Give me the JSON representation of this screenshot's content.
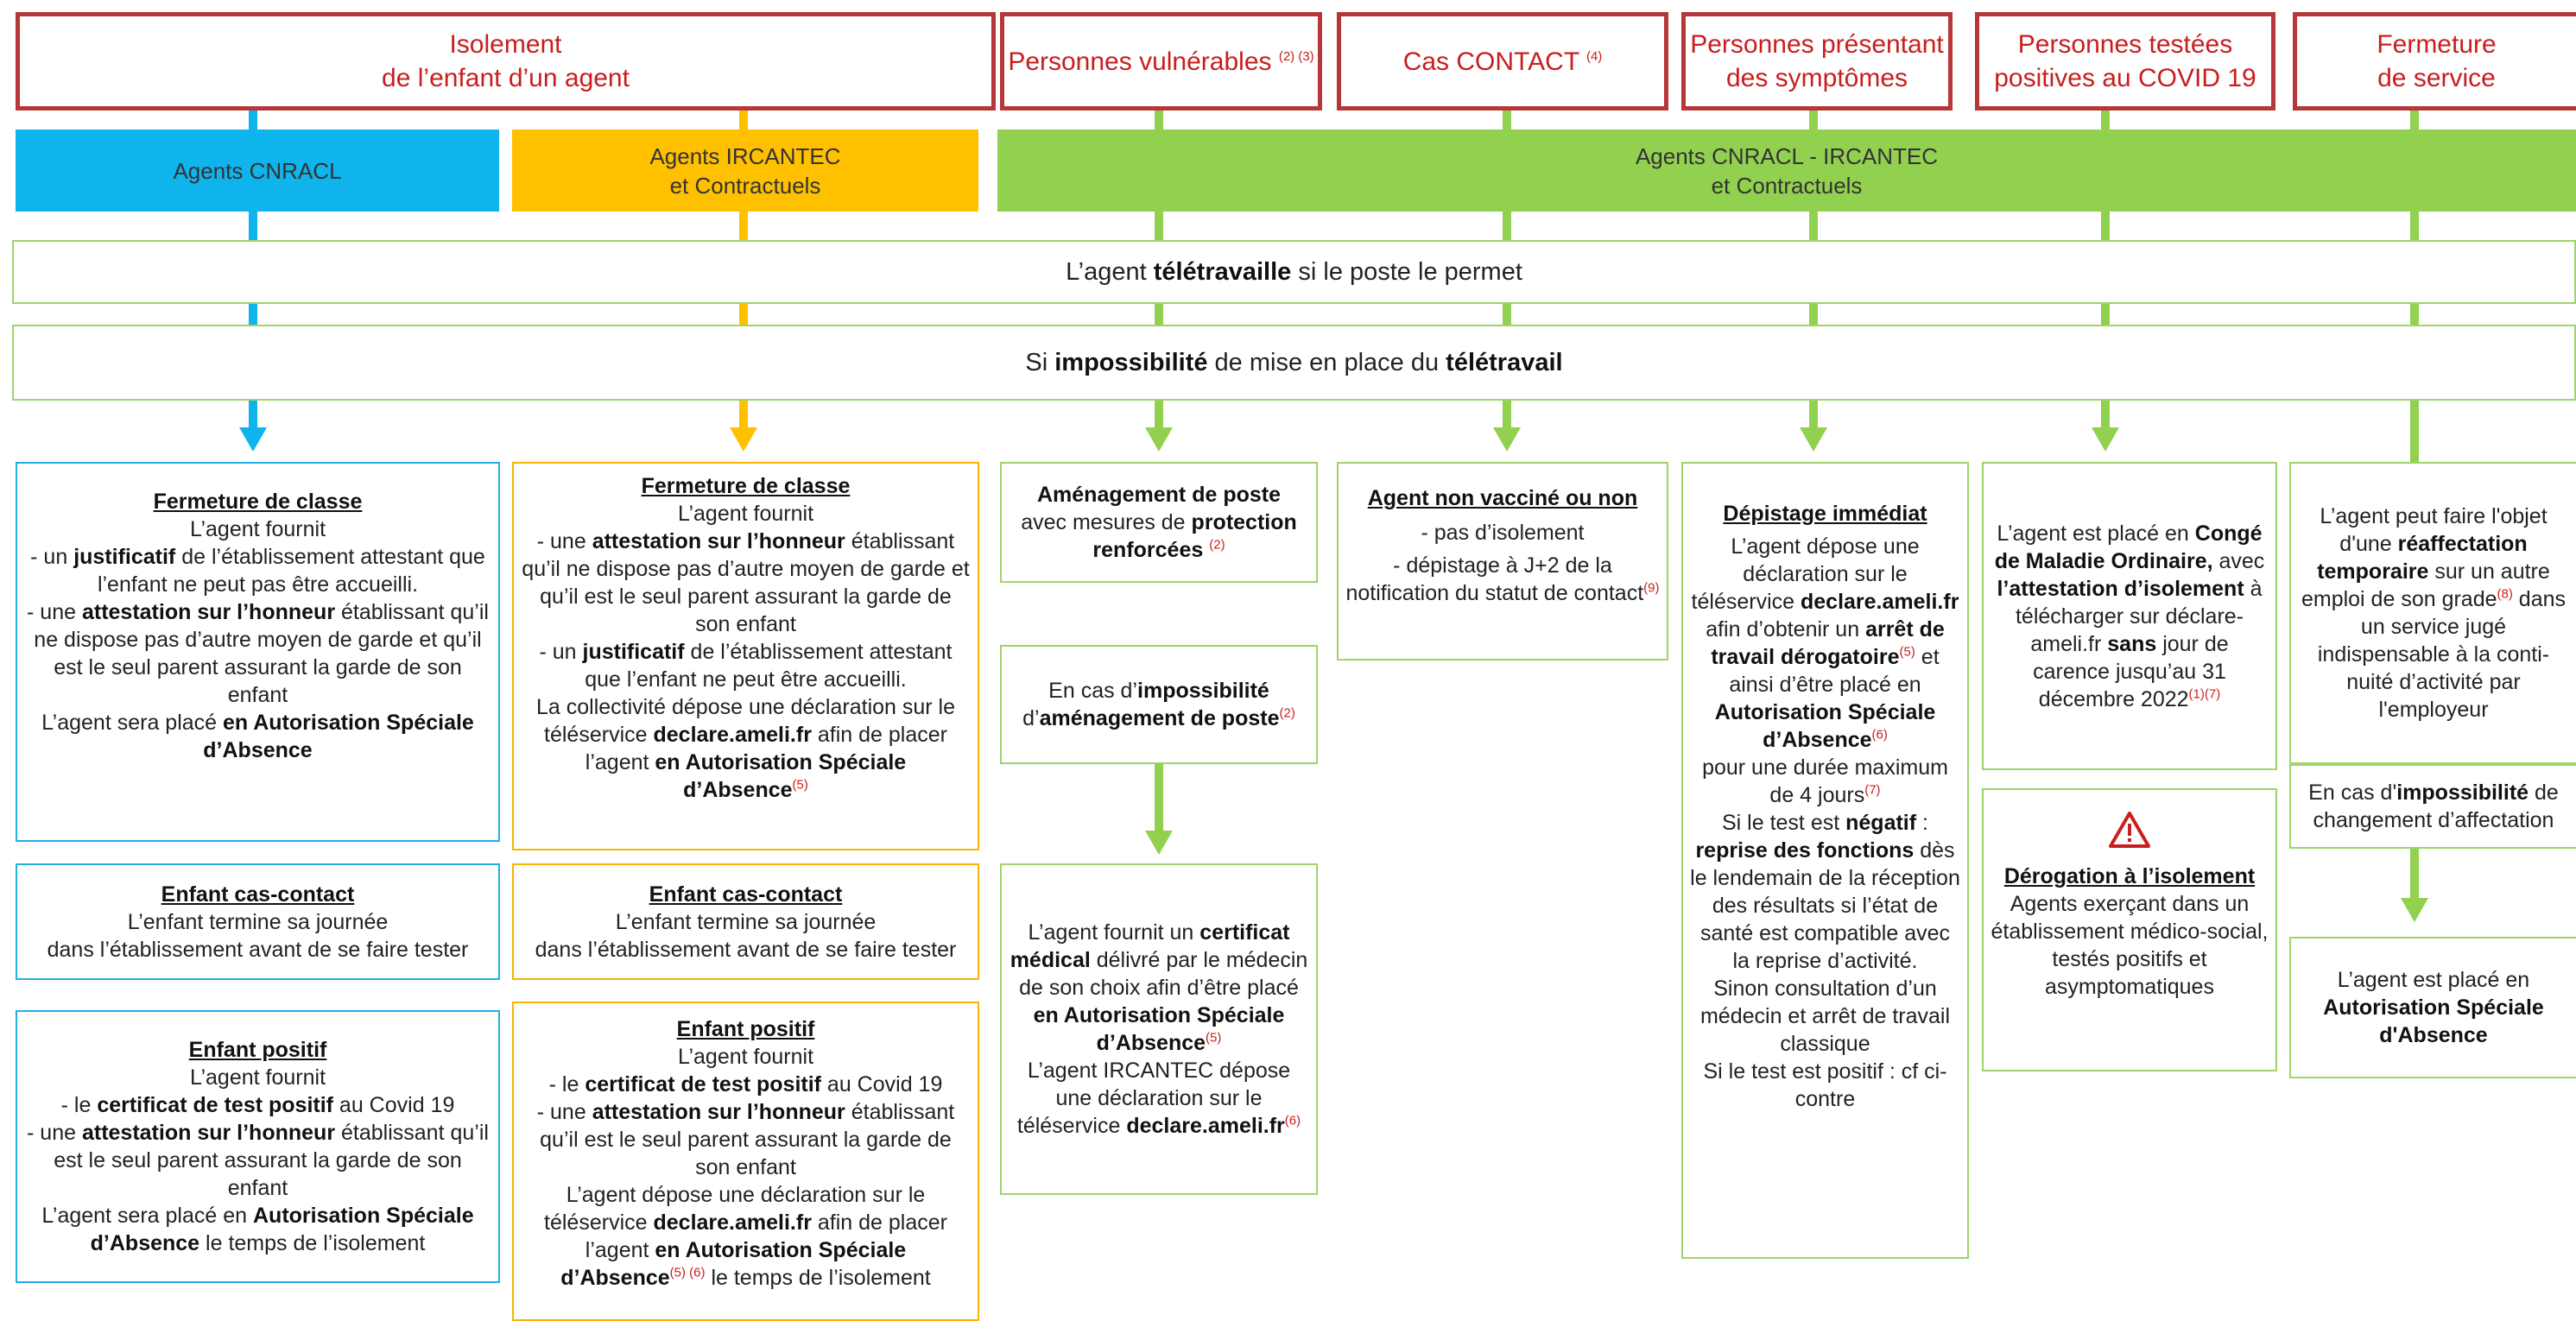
{
  "colors": {
    "blue": "#0fb4ec",
    "yellow": "#ffc000",
    "green": "#92d050",
    "red": "#c81e1e",
    "border_red": "#b5373a"
  },
  "headers": {
    "isolement_l1": "Isolement",
    "isolement_l2": "de l’enfant d’un agent",
    "vulnerables": "Personnes vulnérables",
    "vulnerables_sup": "(2) (3)",
    "contact_a": "Cas ",
    "contact_b": "CONTACT",
    "contact_sup": "(4)",
    "symptomes_a": "Personnes",
    "symptomes_b": " présentant",
    "symptomes_c": "des ",
    "symptomes_d": "symptômes",
    "positives_a": "Personnes testées",
    "positives_b": "positives",
    "positives_c": " au COVID 19",
    "fermeture_a": "Fermeture",
    "fermeture_b": "de service"
  },
  "bands": {
    "cnracl": "Agents CNRACL",
    "ircantec_l1": "Agents IRCANTEC",
    "ircantec_l2": "et Contractuels",
    "all_l1": "Agents CNRACL - IRCANTEC",
    "all_l2": "et Contractuels"
  },
  "teletravail": {
    "a": "L’agent ",
    "b": "télétravaille",
    "c": " si le poste le permet"
  },
  "impossible": {
    "a": "Si ",
    "b": "impossibilité",
    "c": " de mise en place du ",
    "d": "télétravail"
  },
  "col1": {
    "fermeture": {
      "title": "Fermeture de classe",
      "l1": "L’agent fournit",
      "l2a": "- un ",
      "l2b": "justificatif",
      "l2c": " de l’établissement attestant que l’enfant ne peut pas être accueilli.",
      "l3a": "- une ",
      "l3b": "attestation sur l’honneur",
      "l3c": " établissant qu’il ne dispose pas d’autre moyen de garde et qu’il est le seul parent assurant la garde de son enfant",
      "l4a": "L’agent sera placé ",
      "l4b": "en Autorisation Spéciale d’Absence"
    },
    "contact": {
      "title": "Enfant cas-contact",
      "l1": "L’enfant termine sa journée",
      "l2": "dans l’établissement avant de se faire tester"
    },
    "positif": {
      "title": "Enfant positif",
      "l1": "L’agent fournit",
      "l2a": "- le ",
      "l2b": "certificat de test positif",
      "l2c": "  au Covid 19",
      "l3a": "- une ",
      "l3b": "attestation sur l’honneur",
      "l3c": " établissant qu’il est le seul parent assurant la garde de son enfant",
      "l4a": "L’agent sera placé en ",
      "l4b": "Autorisation Spéciale d’Absence",
      "l4c": " le temps de l’isolement"
    }
  },
  "col2": {
    "fermeture": {
      "title": "Fermeture de classe",
      "l1": "L’agent fournit",
      "l2a": "- une ",
      "l2b": "attestation sur l’honneur",
      "l2c": " établissant qu’il ne dispose pas d’autre moyen de garde et qu’il est le seul parent assurant la garde de son enfant",
      "l3a": "- un ",
      "l3b": "justificatif",
      "l3c": " de l’établissement attestant que l’enfant ne peut être accueilli.",
      "l4a": "La collectivité dépose une déclaration sur le téléservice ",
      "l4b": "declare.ameli.fr",
      "l4c": " afin de placer l’agent ",
      "l4d": " en Autorisation Spéciale d’Absence",
      "sup": "(5)"
    },
    "contact": {
      "title": "Enfant cas-contact",
      "l1": "L’enfant termine sa journée",
      "l2": "dans l’établissement avant de se faire tester"
    },
    "positif": {
      "title": "Enfant positif",
      "l1": "L’agent fournit",
      "l2a": "- le ",
      "l2b": "certificat de test  positif",
      "l2c": "  au Covid 19",
      "l3a": "- une ",
      "l3b": "attestation sur l’honneur",
      "l3c": " établissant qu’il est le seul parent assurant la garde de son enfant",
      "l4a": "L’agent dépose une déclaration sur le téléservice ",
      "l4b": "declare.ameli.fr",
      "l4c": " afin de placer l’agent ",
      "l4d": " en Autorisation Spéciale d’Absence",
      "sup": "(5) (6)",
      "l4e": " le temps de l’isolement"
    }
  },
  "col3": {
    "amenagement": {
      "a": "Aménagement de poste",
      "b": "avec mesures de ",
      "c": "protection renforcées",
      "sup": "(2)"
    },
    "impossibilite": {
      "a": "En cas d’",
      "b": "impossibilité",
      "c": "d’",
      "d": "aménagement de poste",
      "sup": "(2)"
    },
    "certificat": {
      "a": "L’agent fournit un ",
      "b": "certificat médical",
      "c": " délivré par le médecin de son choix afin d’être placé ",
      "d": "en Autorisation Spéciale d’Absence",
      "sup1": "(5)",
      "e": "L’agent IRCANTEC dépose une déclaration sur le téléservice ",
      "f": "declare.ameli.fr",
      "sup2": "(6)"
    }
  },
  "col4": {
    "title": "Agent non vacciné ou non",
    "l1": "- pas d’isolement",
    "l2": "- dépistage à J+2 de la notification du statut de contact",
    "sup": "(9)"
  },
  "col5": {
    "title": "Dépistage immédiat",
    "a": "L’agent dépose une déclaration sur le téléservice ",
    "b": "declare.ameli.fr",
    "c": " afin d’obtenir un ",
    "d": "arrêt de travail dérogatoire",
    "sup1": "(5)",
    "e": " et ainsi d’être placé en ",
    "f": "Autorisation Spéciale d’Absence",
    "sup2": "(6)",
    "g": "pour une durée maximum de 4 jours",
    "sup3": "(7)",
    "h": "Si le test est ",
    "i": "négatif",
    "j": " : ",
    "k": "reprise des fonctions",
    "l": " dès le lendemain de la réception des résultats si l’état de santé est compatible avec la reprise d’activité.",
    "m": "Sinon consultation d’un médecin et arrêt de travail classique",
    "n": "Si le test est positif : cf ci-contre"
  },
  "col6": {
    "conge": {
      "a": "L’agent est placé en ",
      "b": "Congé de Maladie Ordinaire,",
      "c": " avec ",
      "d": "l’attestation d’isolement",
      "e": " à télécharger sur déclare-ameli.fr ",
      "f": "sans",
      "g": " jour de carence jusqu’au 31 décembre 2022",
      "sup": "(1)(7)"
    },
    "derogation": {
      "icon": "warning-icon",
      "title": "Dérogation à l’isolement",
      "l1": "Agents exerçant dans un établissement médico-social, testés positifs et asymptomatiques"
    }
  },
  "col7": {
    "reaffectation": {
      "a": "L’agent peut faire l'objet d'une ",
      "b": "réaffectation temporaire",
      "c": " sur un autre emploi de son grade",
      "sup": "(8)",
      "d": " dans un service jugé indispensable à la conti-nuité d’activité par l'employeur"
    },
    "impossibilite": {
      "a": "En cas d'",
      "b": "impossibilité",
      "c": " de changement d’affectation"
    },
    "asa": {
      "a": "L’agent est placé en ",
      "b": "Autorisation Spéciale d'Absence"
    }
  }
}
